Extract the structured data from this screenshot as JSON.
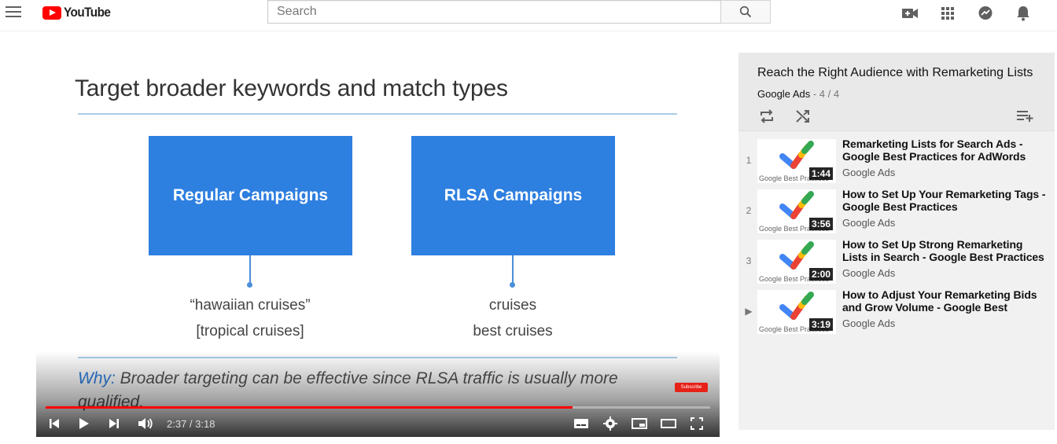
{
  "header": {
    "logo_text": "YouTube",
    "search_placeholder": "Search",
    "icons": [
      "menu-icon",
      "search-icon",
      "create-video-icon",
      "apps-grid-icon",
      "messages-icon",
      "notifications-icon"
    ]
  },
  "slide": {
    "title": "Target broader keywords and match types",
    "left_box": "Regular Campaigns",
    "right_box": "RLSA Campaigns",
    "left_kw_1": "“hawaiian cruises”",
    "left_kw_2": "[tropical cruises]",
    "right_kw_1": "cruises",
    "right_kw_2": "best cruises",
    "why_label": "Why:",
    "why_text": " Broader targeting can be effective since RLSA traffic is usually more qualified.",
    "subscribe_badge": "Subscribe",
    "colors": {
      "box": "#2d7fe0",
      "rule": "#a8cce6"
    }
  },
  "player": {
    "time_display": "2:37 / 3:18",
    "progress_fraction": 0.793,
    "progress_color": "#ff0000"
  },
  "playlist": {
    "title": "Reach the Right Audience with Remarketing Lists",
    "channel": "Google Ads",
    "position": " - 4 / 4",
    "items": [
      {
        "index": "1",
        "title": "Remarketing Lists for Search Ads - Google Best Practices for AdWords",
        "channel": "Google Ads",
        "duration": "1:44",
        "thumb_caption": "Google Best Practices"
      },
      {
        "index": "2",
        "title": "How to Set Up Your Remarketing Tags - Google Best Practices",
        "channel": "Google Ads",
        "duration": "3:56",
        "thumb_caption": "Google Best Practices"
      },
      {
        "index": "3",
        "title": "How to Set Up Strong Remarketing Lists in Search - Google Best Practices for AdWords",
        "channel": "Google Ads",
        "duration": "2:00",
        "thumb_caption": "Google Best Practices"
      },
      {
        "index": "▶",
        "title": "How to Adjust Your Remarketing Bids and Grow Volume - Google Best Practices",
        "channel": "Google Ads",
        "duration": "3:19",
        "thumb_caption": "Google Best Practices"
      }
    ]
  }
}
